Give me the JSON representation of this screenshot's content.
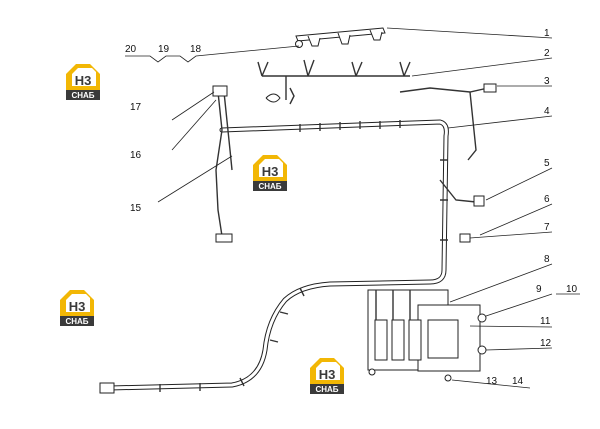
{
  "logo": {
    "mark": "H3",
    "caption": "СНАБ",
    "colors": {
      "yellow": "#f2b705",
      "dark": "#3a3a3a",
      "white": "#ffffff"
    }
  },
  "callouts": [
    {
      "id": "c1",
      "label": "1"
    },
    {
      "id": "c2",
      "label": "2"
    },
    {
      "id": "c3",
      "label": "3"
    },
    {
      "id": "c4",
      "label": "4"
    },
    {
      "id": "c5",
      "label": "5"
    },
    {
      "id": "c6",
      "label": "6"
    },
    {
      "id": "c7",
      "label": "7"
    },
    {
      "id": "c8",
      "label": "8"
    },
    {
      "id": "c9",
      "label": "9"
    },
    {
      "id": "c10",
      "label": "10"
    },
    {
      "id": "c11",
      "label": "11"
    },
    {
      "id": "c12",
      "label": "12"
    },
    {
      "id": "c13",
      "label": "13"
    },
    {
      "id": "c14",
      "label": "14"
    },
    {
      "id": "c15",
      "label": "15"
    },
    {
      "id": "c16",
      "label": "16"
    },
    {
      "id": "c17",
      "label": "17"
    },
    {
      "id": "c18",
      "label": "18"
    },
    {
      "id": "c19",
      "label": "19"
    },
    {
      "id": "c20",
      "label": "20"
    }
  ]
}
